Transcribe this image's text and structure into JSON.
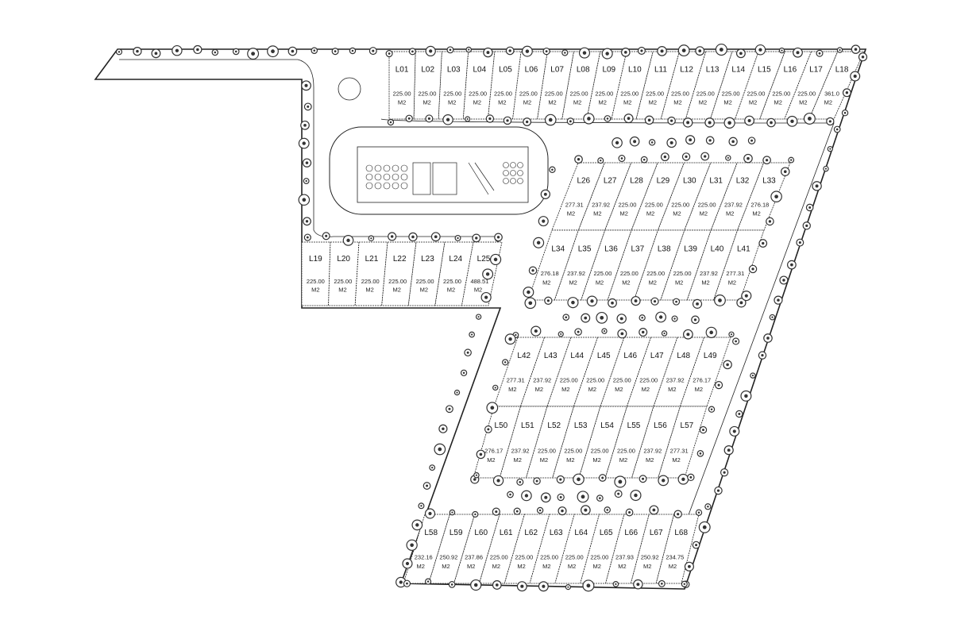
{
  "unit": "M2",
  "blocks": {
    "top_row": [
      {
        "name": "L01",
        "area": "225.00"
      },
      {
        "name": "L02",
        "area": "225.00"
      },
      {
        "name": "L03",
        "area": "225.00"
      },
      {
        "name": "L04",
        "area": "225.00"
      },
      {
        "name": "L05",
        "area": "225.00"
      },
      {
        "name": "L06",
        "area": "225.00"
      },
      {
        "name": "L07",
        "area": "225.00"
      },
      {
        "name": "L08",
        "area": "225.00"
      },
      {
        "name": "L09",
        "area": "225.00"
      },
      {
        "name": "L10",
        "area": "225.00"
      },
      {
        "name": "L11",
        "area": "225.00"
      },
      {
        "name": "L12",
        "area": "225.00"
      },
      {
        "name": "L13",
        "area": "225.00"
      },
      {
        "name": "L14",
        "area": "225.00"
      },
      {
        "name": "L15",
        "area": "225.00"
      },
      {
        "name": "L16",
        "area": "225.00"
      },
      {
        "name": "L17",
        "area": "225.00"
      },
      {
        "name": "L18",
        "area": "361.0"
      }
    ],
    "left_row": [
      {
        "name": "L19",
        "area": "225.00"
      },
      {
        "name": "L20",
        "area": "225.00"
      },
      {
        "name": "L21",
        "area": "225.00"
      },
      {
        "name": "L22",
        "area": "225.00"
      },
      {
        "name": "L23",
        "area": "225.00"
      },
      {
        "name": "L24",
        "area": "225.00"
      },
      {
        "name": "L25",
        "area": "488.51"
      }
    ],
    "block_a_north": [
      {
        "name": "L26",
        "area": "277.31"
      },
      {
        "name": "L27",
        "area": "237.92"
      },
      {
        "name": "L28",
        "area": "225.00"
      },
      {
        "name": "L29",
        "area": "225.00"
      },
      {
        "name": "L30",
        "area": "225.00"
      },
      {
        "name": "L31",
        "area": "225.00"
      },
      {
        "name": "L32",
        "area": "237.92"
      },
      {
        "name": "L33",
        "area": "276.18"
      }
    ],
    "block_a_south": [
      {
        "name": "L34",
        "area": "276.18"
      },
      {
        "name": "L35",
        "area": "237.92"
      },
      {
        "name": "L36",
        "area": "225.00"
      },
      {
        "name": "L37",
        "area": "225.00"
      },
      {
        "name": "L38",
        "area": "225.00"
      },
      {
        "name": "L39",
        "area": "225.00"
      },
      {
        "name": "L40",
        "area": "237.92"
      },
      {
        "name": "L41",
        "area": "277.31"
      }
    ],
    "block_b_north": [
      {
        "name": "L42",
        "area": "277.31"
      },
      {
        "name": "L43",
        "area": "237.92"
      },
      {
        "name": "L44",
        "area": "225.00"
      },
      {
        "name": "L45",
        "area": "225.00"
      },
      {
        "name": "L46",
        "area": "225.00"
      },
      {
        "name": "L47",
        "area": "225.00"
      },
      {
        "name": "L48",
        "area": "237.92"
      },
      {
        "name": "L49",
        "area": "276.17"
      }
    ],
    "block_b_south": [
      {
        "name": "L50",
        "area": "276.17"
      },
      {
        "name": "L51",
        "area": "237.92"
      },
      {
        "name": "L52",
        "area": "225.00"
      },
      {
        "name": "L53",
        "area": "225.00"
      },
      {
        "name": "L54",
        "area": "225.00"
      },
      {
        "name": "L55",
        "area": "225.00"
      },
      {
        "name": "L56",
        "area": "237.92"
      },
      {
        "name": "L57",
        "area": "277.31"
      }
    ],
    "bottom_row": [
      {
        "name": "L58",
        "area": "232.16"
      },
      {
        "name": "L59",
        "area": "250.92"
      },
      {
        "name": "L60",
        "area": "237.86"
      },
      {
        "name": "L61",
        "area": "225.00"
      },
      {
        "name": "L62",
        "area": "225.00"
      },
      {
        "name": "L63",
        "area": "225.00"
      },
      {
        "name": "L64",
        "area": "225.00"
      },
      {
        "name": "L65",
        "area": "225.00"
      },
      {
        "name": "L66",
        "area": "237.93"
      },
      {
        "name": "L67",
        "area": "250.92"
      },
      {
        "name": "L68",
        "area": "234.75"
      }
    ]
  },
  "colors": {
    "line": "#222222",
    "tree": "#333333",
    "hatch": "#888888"
  }
}
